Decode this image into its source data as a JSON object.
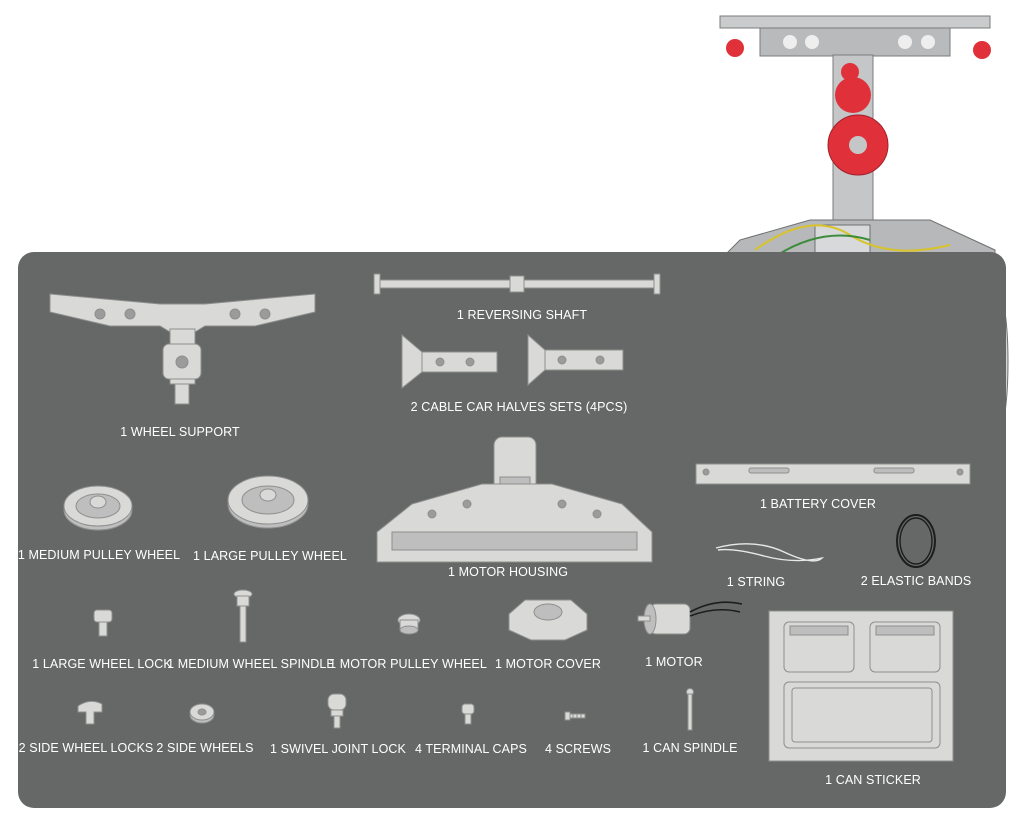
{
  "parts": [
    {
      "key": "wheel_support",
      "label": "1 WHEEL SUPPORT"
    },
    {
      "key": "reversing_shaft",
      "label": "1 REVERSING SHAFT"
    },
    {
      "key": "cable_car_halves",
      "label": "2 CABLE CAR HALVES SETS (4PCS)"
    },
    {
      "key": "battery_cover",
      "label": "1 BATTERY COVER"
    },
    {
      "key": "medium_pulley_wheel",
      "label": "1 MEDIUM PULLEY WHEEL"
    },
    {
      "key": "large_pulley_wheel",
      "label": "1 LARGE PULLEY WHEEL"
    },
    {
      "key": "motor_housing",
      "label": "1 MOTOR HOUSING"
    },
    {
      "key": "string",
      "label": "1 STRING"
    },
    {
      "key": "elastic_bands",
      "label": "2 ELASTIC BANDS"
    },
    {
      "key": "large_wheel_lock",
      "label": "1 LARGE WHEEL LOCK"
    },
    {
      "key": "medium_wheel_spindle",
      "label": "1 MEDIUM WHEEL SPINDLE"
    },
    {
      "key": "motor_pulley_wheel",
      "label": "1 MOTOR PULLEY WHEEL"
    },
    {
      "key": "motor_cover",
      "label": "1 MOTOR COVER"
    },
    {
      "key": "motor",
      "label": "1 MOTOR"
    },
    {
      "key": "side_wheel_locks",
      "label": "2 SIDE WHEEL LOCKS"
    },
    {
      "key": "side_wheels",
      "label": "2 SIDE WHEELS"
    },
    {
      "key": "swivel_joint_lock",
      "label": "1 SWIVEL JOINT LOCK"
    },
    {
      "key": "terminal_caps",
      "label": "4 TERMINAL CAPS"
    },
    {
      "key": "screws",
      "label": "4 SCREWS"
    },
    {
      "key": "can_spindle",
      "label": "1 CAN SPINDLE"
    },
    {
      "key": "can_sticker",
      "label": "1 CAN STICKER"
    }
  ],
  "colors": {
    "panel": "#666867",
    "part_fill": "#d9d9d8",
    "accent_red": "#e0313a",
    "window_glow": "#bff3e6"
  }
}
